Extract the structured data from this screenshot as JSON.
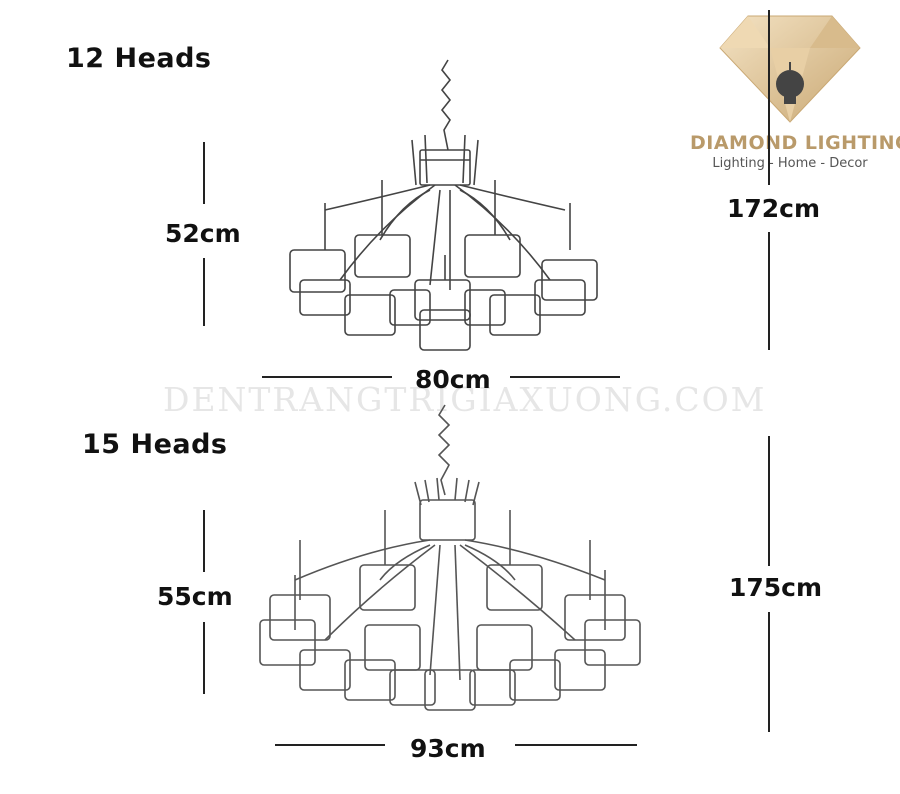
{
  "brand": {
    "name": "DIAMOND LIGHTING",
    "tagline": "Lighting - Home - Decor"
  },
  "watermark": "DENTRANGTRIGIAXUONG.COM",
  "variants": [
    {
      "heads_label": "12 Heads",
      "body_height": "52cm",
      "total_height": "172cm",
      "width": "80cm"
    },
    {
      "heads_label": "15 Heads",
      "body_height": "55cm",
      "total_height": "175cm",
      "width": "93cm"
    }
  ],
  "colors": {
    "brand_gold": "#b99a6a",
    "line": "#222222",
    "watermark": "#e6e6e6"
  }
}
